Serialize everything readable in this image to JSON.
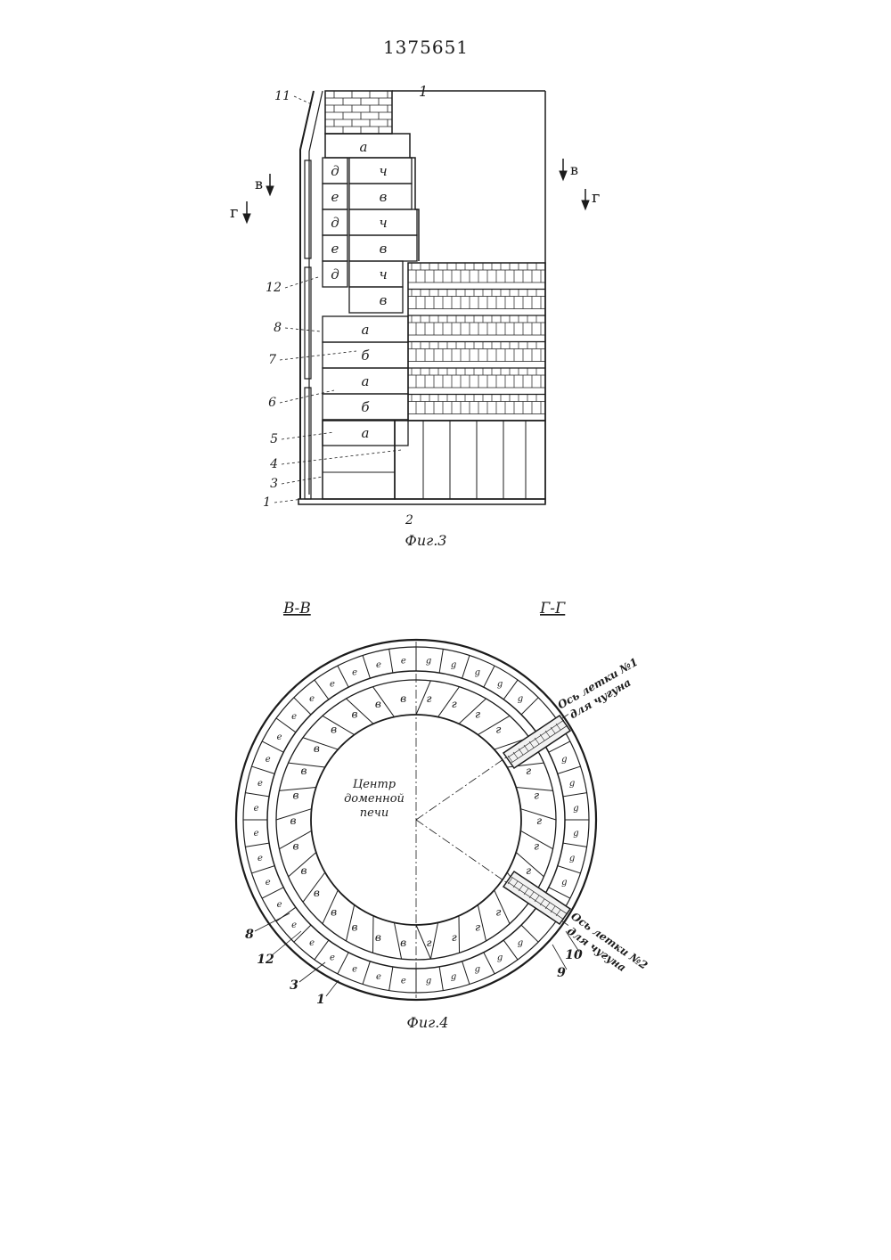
{
  "patent_number": "1375651",
  "fig3": {
    "caption": "Фиг.3",
    "section_marks": {
      "v": "в",
      "g": "г"
    },
    "top_label": "1",
    "callouts": [
      "11",
      "12",
      "8",
      "7",
      "6",
      "5",
      "4",
      "3",
      "1"
    ],
    "bottom_label": "2",
    "outer_blocks": [
      "д",
      "е",
      "д",
      "е",
      "д"
    ],
    "inner_blocks": [
      "ч",
      "в",
      "ч",
      "в",
      "ч",
      "в"
    ],
    "row_letters": [
      "а",
      "б",
      "а",
      "б",
      "а"
    ]
  },
  "fig4": {
    "caption": "Фиг.4",
    "section_left": "В-В",
    "section_right": "Г-Г",
    "center_label_lines": [
      "Центр",
      "доменной",
      "печи"
    ],
    "tap_hole_1_lines": [
      "Ось летки №1",
      "для чугуна"
    ],
    "tap_hole_2_lines": [
      "Ось летки №2",
      "для чугуна"
    ],
    "callouts": [
      "8",
      "12",
      "3",
      "1",
      "9",
      "10"
    ],
    "outer_left_letter": "е",
    "outer_right_letter": "g",
    "inner_left_letter": "в",
    "inner_right_letter": "г"
  }
}
